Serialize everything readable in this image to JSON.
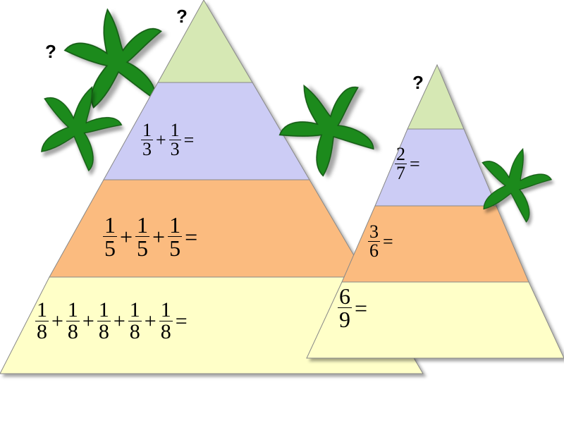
{
  "question_marks": [
    "?",
    "?",
    "?"
  ],
  "colors": {
    "top": "#d6e8b4",
    "purple": "#ccccf5",
    "orange": "#fbbb7f",
    "bottom": "#ffffc8",
    "leaf": "#1e8a1e",
    "leaf_dark": "#145c14"
  },
  "big_pyramid": {
    "row1": {
      "n1": "1",
      "d1": "3",
      "op1": "+",
      "n2": "1",
      "d2": "3",
      "eq": "="
    },
    "row2": {
      "n1": "1",
      "d1": "5",
      "op1": "+",
      "n2": "1",
      "d2": "5",
      "op2": "+",
      "n3": "1",
      "d3": "5",
      "eq": "="
    },
    "row3": {
      "n1": "1",
      "d1": "8",
      "op1": "+",
      "n2": "1",
      "d2": "8",
      "op2": "+",
      "n3": "1",
      "d3": "8",
      "op3": "+",
      "n4": "1",
      "d4": "8",
      "op4": "+",
      "n5": "1",
      "d5": "8",
      "eq": "="
    }
  },
  "small_pyramid": {
    "row1": {
      "n": "2",
      "d": "7",
      "eq": "="
    },
    "row2": {
      "n": "3",
      "d": "6",
      "eq": "="
    },
    "row3": {
      "n": "6",
      "d": "9",
      "eq": "="
    }
  }
}
